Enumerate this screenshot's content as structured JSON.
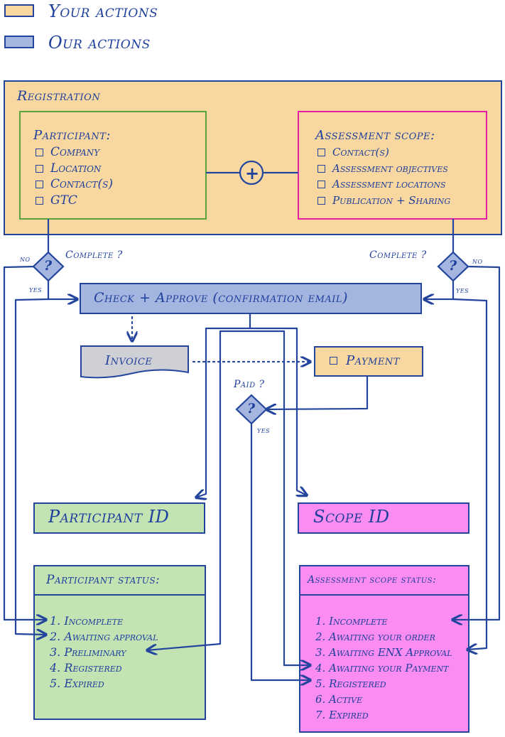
{
  "legend": {
    "your_actions": "Your actions",
    "our_actions": "Our actions"
  },
  "colors": {
    "your_actions": "#f8d8a0",
    "our_actions": "#a4b6e0",
    "participant": "#c3e3b3",
    "scope": "#fb8cf2",
    "invoice": "#cfd0d6",
    "ink": "#24459e"
  },
  "registration": {
    "title": "Registration",
    "participant": {
      "title": "Participant:",
      "items": [
        "Company",
        "Location",
        "Contact(s)",
        "GTC"
      ]
    },
    "scope": {
      "title": "Assessment scope:",
      "items": [
        "Contact(s)",
        "Assessment objectives",
        "Assessment locations",
        "Publication + Sharing"
      ]
    },
    "plus": "+"
  },
  "decisions": {
    "left": {
      "label": "Complete ?",
      "no": "no",
      "yes": "yes",
      "symbol": "?"
    },
    "right": {
      "label": "Complete ?",
      "no": "no",
      "yes": "yes",
      "symbol": "?"
    },
    "paid": {
      "label": "Paid ?",
      "yes": "yes",
      "symbol": "?"
    }
  },
  "check_approve": "Check + Approve (confirmation email)",
  "invoice": "Invoice",
  "payment": "Payment",
  "participant_id": "Participant ID",
  "scope_id": "Scope ID",
  "participant_status": {
    "title": "Participant status:",
    "items": [
      "1. Incomplete",
      "2. Awaiting approval",
      "3. Preliminary",
      "4. Registered",
      "5. Expired"
    ]
  },
  "scope_status": {
    "title": "Assessment scope status:",
    "items": [
      "1. Incomplete",
      "2. Awaiting your order",
      "3. Awaiting ENX Approval",
      "4. Awaiting your Payment",
      "5. Registered",
      "6. Active",
      "7. Expired"
    ]
  }
}
